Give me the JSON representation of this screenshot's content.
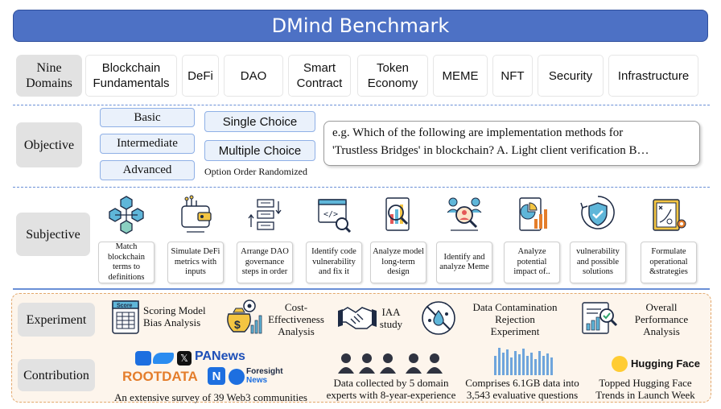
{
  "title": "DMind Benchmark",
  "rows": {
    "nine_domains": "Nine\nDomains",
    "objective": "Objective",
    "subjective": "Subjective",
    "experiment": "Experiment",
    "contribution": "Contribution"
  },
  "domains": [
    "Blockchain\nFundamentals",
    "DeFi",
    "DAO",
    "Smart\nContract",
    "Token\nEconomy",
    "MEME",
    "NFT",
    "Security",
    "Infrastructure"
  ],
  "objective": {
    "levels": [
      "Basic",
      "Intermediate",
      "Advanced"
    ],
    "choices": [
      "Single Choice",
      "Multiple Choice"
    ],
    "randomized_note": "Option Order Randomized",
    "example_line1": "e.g. Which of the following are implementation methods for",
    "example_line2": "'Trustless Bridges' in blockchain? A. Light client verification B…"
  },
  "subjective_tasks": [
    {
      "icon": "blockchain-cubes-icon",
      "caption": "Match blockchain terms to definitions"
    },
    {
      "icon": "defi-wallet-icon",
      "caption": "Simulate DeFi metrics with inputs"
    },
    {
      "icon": "ordered-steps-icon",
      "caption": "Arrange DAO governance steps in order"
    },
    {
      "icon": "code-inspect-icon",
      "caption": "Identify code vulnerability and fix it"
    },
    {
      "icon": "chart-document-icon",
      "caption": "Analyze model long-term design"
    },
    {
      "icon": "people-search-icon",
      "caption": "Identify and analyze Meme"
    },
    {
      "icon": "pie-chart-doc-icon",
      "caption": "Analyze potential impact of.."
    },
    {
      "icon": "shield-check-icon",
      "caption": "vulnerability and possible solutions"
    },
    {
      "icon": "strategy-board-icon",
      "caption": "Formulate operational &strategies"
    }
  ],
  "experiments": [
    {
      "icon": "score-sheet-icon",
      "label": "Scoring Model\nBias Analysis"
    },
    {
      "icon": "money-gear-icon",
      "label": "Cost-\nEffectiveness\nAnalysis"
    },
    {
      "icon": "handshake-icon",
      "label": "IAA\nstudy"
    },
    {
      "icon": "no-virus-icon",
      "label": "Data Contamination\nRejection\nExperiment"
    },
    {
      "icon": "performance-report-icon",
      "label": "Overall\nPerformance\nAnalysis"
    }
  ],
  "contributions": {
    "communities_logos": {
      "panews": "PANews",
      "rootdata": "ROOTDATA",
      "foresight": "Foresight",
      "foresight_sub": "News"
    },
    "communities": "An extensive survey of 39 Web3 communities",
    "experts": "Data collected by 5 domain\nexperts with 8-year-experience",
    "data": "Comprises 6.1GB data into\n3,543 evaluative questions",
    "hf_logo": "Hugging Face",
    "hf": "Topped Hugging Face\nTrends in Launch Week"
  },
  "colors": {
    "title_bg": "#4d71c5",
    "accent_blue": "#6a8fd6",
    "level_fill": "#eaf1fb",
    "bottom_bg": "#fdf5ec",
    "bottom_border": "#e3a76b"
  }
}
